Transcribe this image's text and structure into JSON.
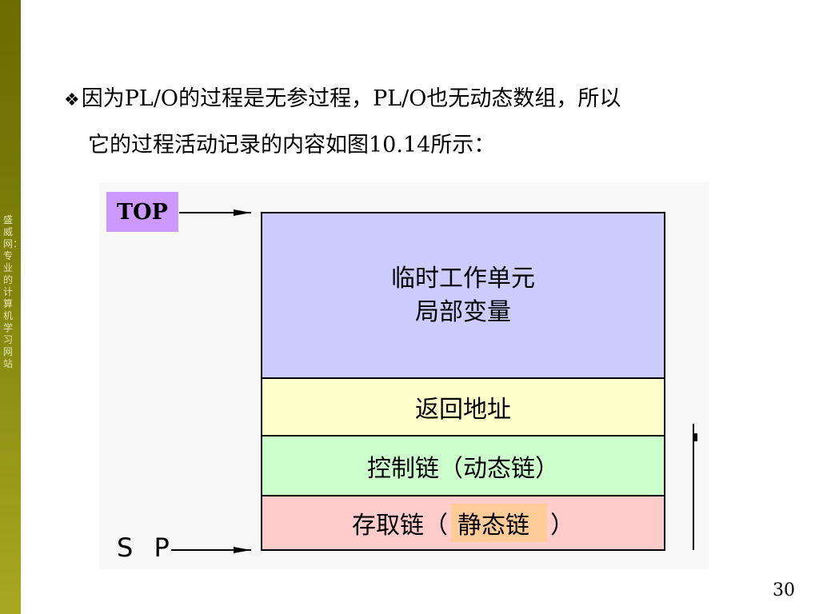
{
  "sidebar": {
    "text": "盛威网：专业的计算机学习网站"
  },
  "heading": {
    "bullet": "❖",
    "line1": "因为PL/O的过程是无参过程，PL/O也无动态数组，所以",
    "line2": "它的过程活动记录的内容如图10.14所示："
  },
  "diagram": {
    "top_label": "TOP",
    "sp_label": "S P",
    "cells": {
      "temp_line1": "临时工作单元",
      "temp_line2": "局部变量",
      "return_address": "返回地址",
      "control_chain": "控制链（动态链）",
      "access_chain_prefix": "存取链（",
      "access_chain_highlight": "静态链",
      "access_chain_suffix": "）"
    },
    "colors": {
      "temp": "#ccccff",
      "return": "#ffffcc",
      "control": "#ccffcc",
      "access": "#ffcccc",
      "top_label_bg": "#cc99ff",
      "static_highlight": "#ffcc99"
    }
  },
  "footer": {
    "page_number": "30"
  }
}
